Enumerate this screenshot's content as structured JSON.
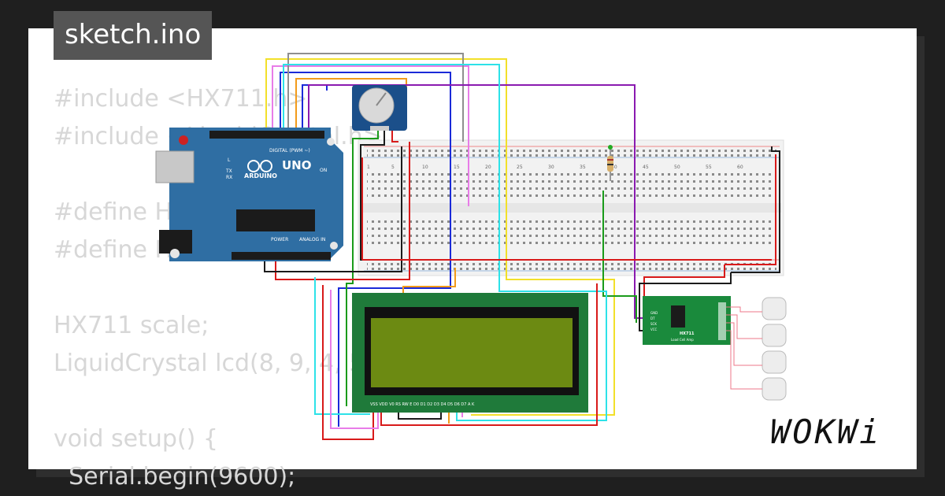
{
  "tab": {
    "title": "sketch.ino"
  },
  "code_lines": [
    "#include <HX711.h>",
    "#include <LiquidCrystal.h>",
    "",
    "#define H",
    "#define H",
    "",
    "HX711 scale;",
    "LiquidCrystal lcd(8, 9, 4, 5",
    "",
    "void setup() {",
    "  Serial.begin(9600);"
  ],
  "arduino": {
    "model": "UNO",
    "brand": "ARDUINO",
    "on_label": "ON",
    "digital_label": "DIGITAL (PWM ~)",
    "power_label": "POWER",
    "analog_label": "ANALOG IN",
    "tx": "TX",
    "rx": "RX",
    "l": "L"
  },
  "hx711": {
    "title": "HX711",
    "subtitle": "Load Cell Amp",
    "pins_left": [
      "GND",
      "DT",
      "SCK",
      "VCC"
    ]
  },
  "lcd": {
    "pin_labels": "VSS VDD V0 RS RW E D0 D1 D2 D3 D4 D5 D6 D7 A K"
  },
  "breadboard": {
    "col_numbers": [
      "1",
      "5",
      "10",
      "15",
      "20",
      "25",
      "30",
      "35",
      "40",
      "45",
      "50",
      "55",
      "60"
    ]
  },
  "brand": {
    "logo": "WOKWi"
  },
  "colors": {
    "background": "#1f1f1f",
    "card": "#ffffff",
    "tab": "#555555",
    "arduino": "#2f6ea3",
    "lcd_pcb": "#1f7a3a",
    "lcd_screen": "#6c8a12",
    "hx711": "#1a8a3c"
  }
}
